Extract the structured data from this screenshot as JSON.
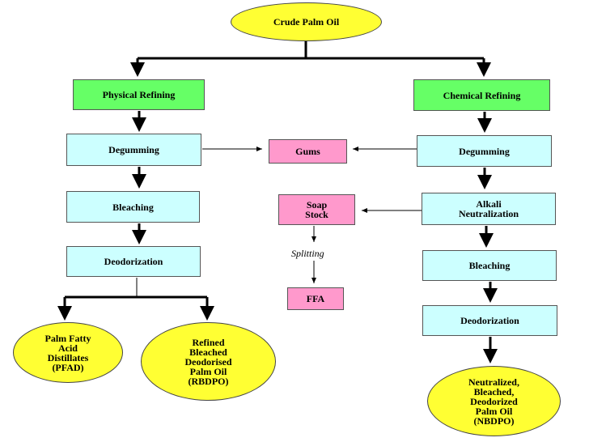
{
  "colors": {
    "ellipse": "#ffff33",
    "refining": "#66ff66",
    "step": "#ccffff",
    "byproduct": "#ff99cc"
  },
  "nodes": {
    "crude": "Crude Palm Oil",
    "physical": "Physical Refining",
    "chemical": "Chemical Refining",
    "degum_left": "Degumming",
    "bleach_left": "Bleaching",
    "deodor_left": "Deodorization",
    "gums": "Gums",
    "degum_right": "Degumming",
    "soap": "Soap\nStock",
    "alkali": "Alkali\nNeutralization",
    "bleach_right": "Bleaching",
    "deodor_right": "Deodorization",
    "ffa": "FFA",
    "pfad": "Palm Fatty\nAcid\nDistillates\n(PFAD)",
    "rbdpo": "Refined\nBleached\nDeodorised\nPalm Oil\n(RBDPO)",
    "nbdpo": "Neutralized,\nBleached,\nDeodorized\nPalm Oil\n(NBDPO)"
  },
  "labels": {
    "splitting": "Splitting"
  }
}
